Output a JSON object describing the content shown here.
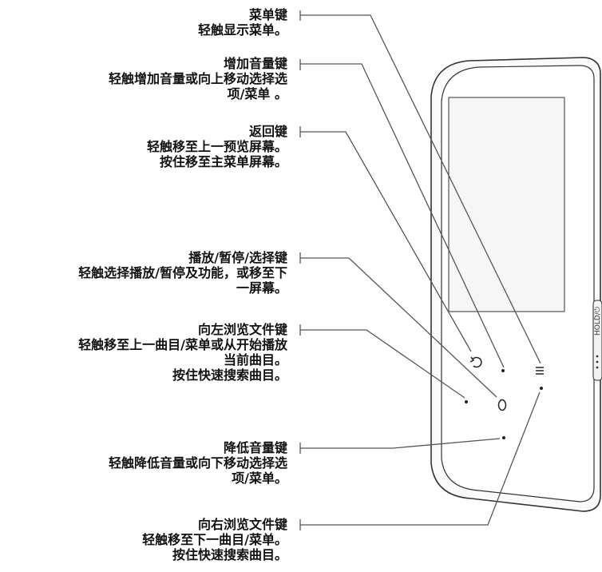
{
  "callouts": [
    {
      "id": "menu",
      "title": "菜单键",
      "lines": [
        "轻触显示菜单。"
      ]
    },
    {
      "id": "volume-up",
      "title": "增加音量键",
      "lines": [
        "轻触增加音量或向上移动选择选",
        "项/菜单 。"
      ]
    },
    {
      "id": "back",
      "title": "返回键",
      "lines": [
        "轻触移至上一预览屏幕。",
        "按住移至主菜单屏幕。"
      ]
    },
    {
      "id": "play-pause",
      "title": "播放/暂停/选择键",
      "lines": [
        "轻触选择播放/暂停及功能，或移至下",
        "一屏幕。"
      ]
    },
    {
      "id": "left",
      "title": "向左浏览文件键",
      "lines": [
        "轻触移至上一曲目/菜单或从开始播放",
        "当前曲目。",
        "按住快速搜索曲目。"
      ]
    },
    {
      "id": "volume-down",
      "title": "降低音量键",
      "lines": [
        "轻触降低音量或向下移动选择选",
        "项/菜单。"
      ]
    },
    {
      "id": "right",
      "title": "向右浏览文件键",
      "lines": [
        "轻触移至下一曲目/菜单。",
        "按住快速搜索曲目。"
      ]
    }
  ],
  "hold_label": "HOLD/⏻",
  "colors": {
    "line": "#555555",
    "device_outline": "#333333",
    "text": "#111111"
  }
}
